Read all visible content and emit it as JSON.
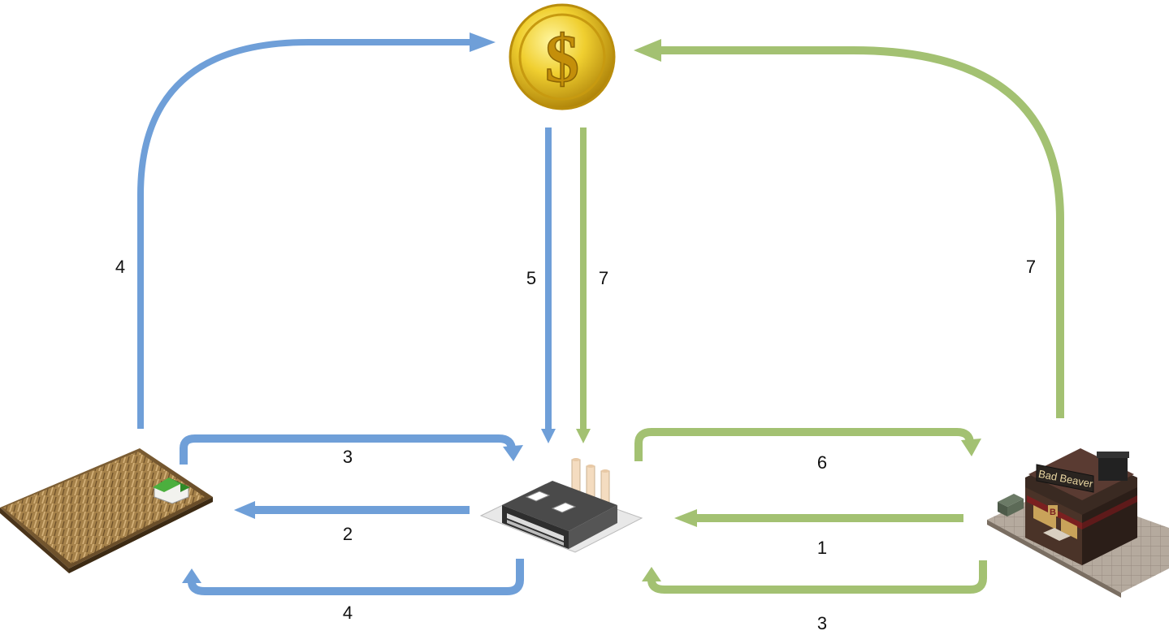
{
  "colors": {
    "blue": "#6f9fd8",
    "green": "#a3c172",
    "coin": "#e6c52b"
  },
  "icons": {
    "coin": "dollar-coin-icon",
    "farm": "farm-field-icon",
    "factory": "factory-icon",
    "store": "store-building-icon"
  },
  "store": {
    "sign_text": "Bad Beaver"
  },
  "labels": {
    "farm_to_money": "4",
    "money_to_factory_blue": "5",
    "money_to_factory_green": "7",
    "store_to_money": "7",
    "farm_to_factory": "3",
    "factory_to_farm": "2",
    "factory_to_farm_lower": "4",
    "factory_to_store": "6",
    "store_to_factory": "1",
    "store_to_factory_lower": "3"
  }
}
